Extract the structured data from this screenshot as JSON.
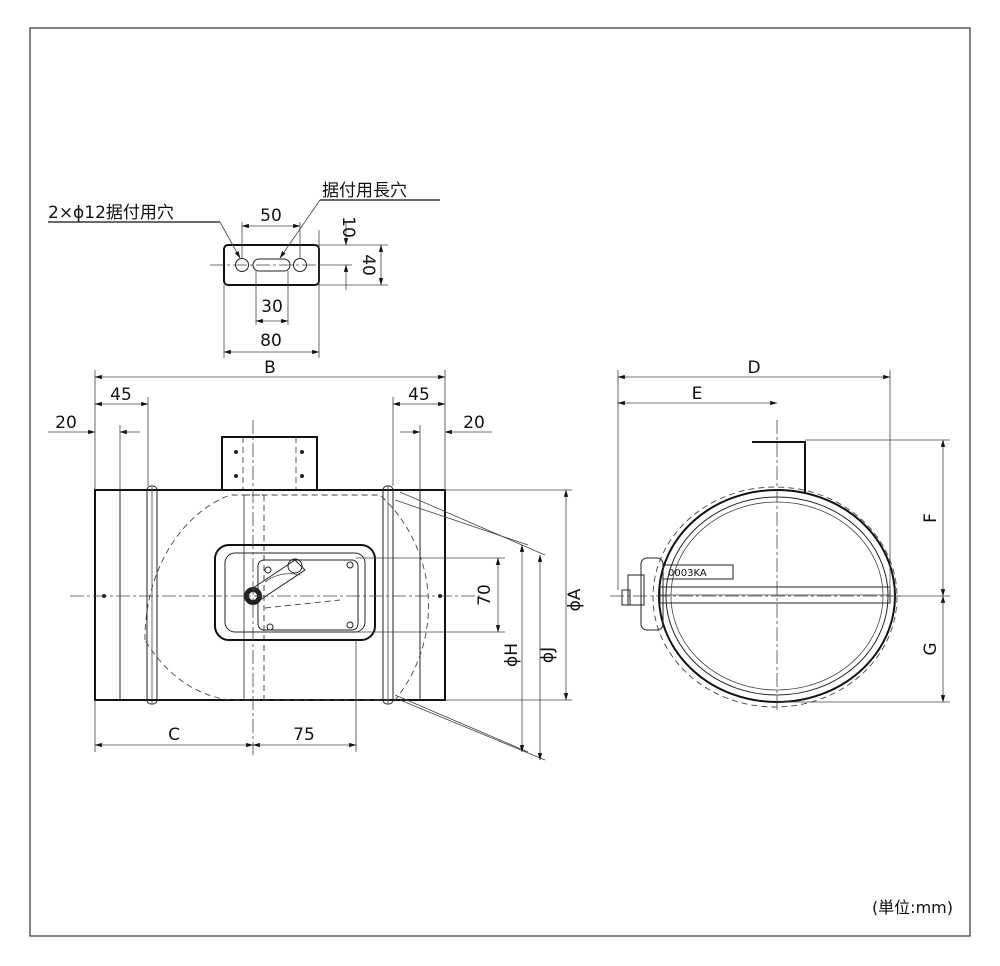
{
  "drawing": {
    "bracket_labels": {
      "holes_note": "2×ϕ12据付用穴",
      "slot_note": "据付用長穴",
      "width_50": "50",
      "slot_30": "30",
      "width_80": "80",
      "offset_10": "10",
      "height_40": "40"
    },
    "front_view": {
      "B": "B",
      "left_45": "45",
      "right_45": "45",
      "left_20": "20",
      "right_20": "20",
      "C": "C",
      "dim_75": "75",
      "dim_70": "70",
      "phiH": "ϕH",
      "phiJ": "ϕJ",
      "phiA": "ϕA"
    },
    "side_view": {
      "D": "D",
      "E": "E",
      "F": "F",
      "G": "G",
      "nameplate": "0003KA"
    },
    "unit_note": "(単位:mm)"
  }
}
